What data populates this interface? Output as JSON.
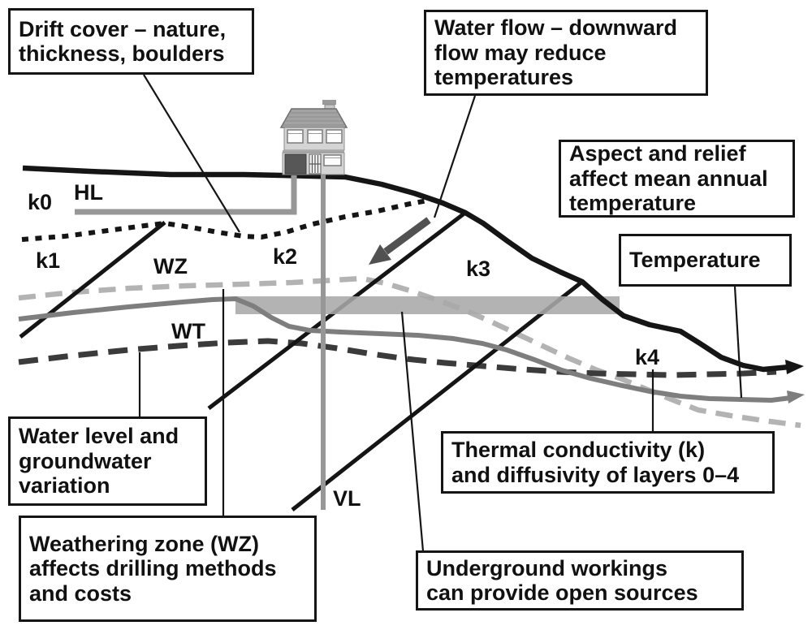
{
  "callouts": {
    "drift_cover": {
      "text": "Drift cover – nature,\nthickness, boulders"
    },
    "water_flow": {
      "text": "Water flow – downward\nflow may reduce\ntemperatures"
    },
    "aspect_relief": {
      "text": "Aspect and relief\naffect mean annual\ntemperature"
    },
    "temperature": {
      "text": "Temperature"
    },
    "water_level": {
      "text": "Water level and\ngroundwater\nvariation"
    },
    "weathering_zone": {
      "text": "Weathering zone (WZ)\naffects drilling methods\nand costs"
    },
    "thermal_conductivity": {
      "text": "Thermal conductivity (k)\nand diffusivity of layers 0–4"
    },
    "underground_workings": {
      "text": "Underground workings\ncan provide open sources"
    }
  },
  "labels": {
    "k0": "k0",
    "k1": "k1",
    "k2": "k2",
    "k3": "k3",
    "k4": "k4",
    "hl": "HL",
    "vl": "VL",
    "wz": "WZ",
    "wt": "WT"
  },
  "icons": {
    "house": "house-icon",
    "water_flow_arrow": "water-flow-arrow-icon"
  },
  "colors": {
    "line_black": "#151515",
    "weathering_zone_dash": "#b3b3b3",
    "temperature_curve": "#7e7e7e",
    "water_table_dash": "#3b3b3b",
    "workings_bar": "#a9a9a9",
    "loop_pipe": "#979797",
    "flow_arrow": "#515151",
    "background": "#ffffff"
  }
}
